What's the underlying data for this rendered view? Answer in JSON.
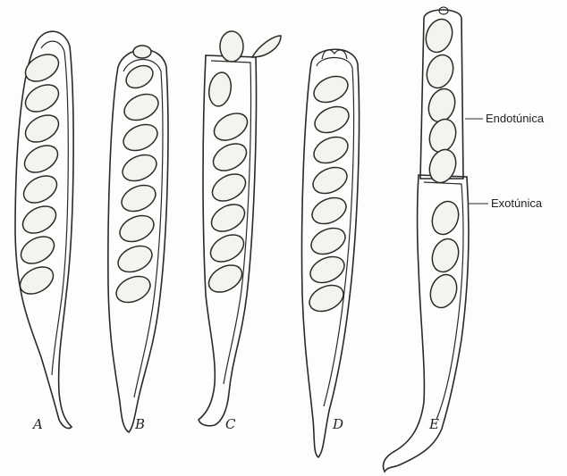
{
  "figure": {
    "asci": [
      {
        "label": "A",
        "stage": "intact ascus"
      },
      {
        "label": "B",
        "stage": "ascus with apical ring"
      },
      {
        "label": "C",
        "stage": "operculum opened"
      },
      {
        "label": "D",
        "stage": "apex splitting"
      },
      {
        "label": "E",
        "stage": "bitunicate: endotunica extruded"
      }
    ],
    "callouts": {
      "endo": "Endotúnica",
      "exo": "Exotúnica"
    },
    "colors": {
      "ink": "#2a2a2a",
      "paper": "#fdfdfb",
      "spore_fill": "#f4f4ef"
    }
  }
}
